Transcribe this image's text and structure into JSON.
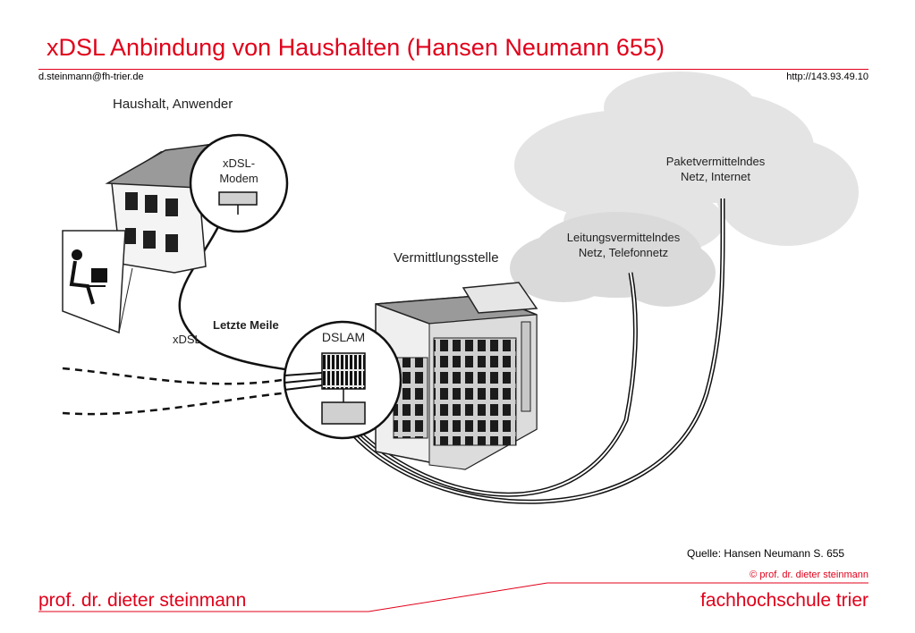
{
  "header": {
    "title": "xDSL Anbindung von Haushalten (Hansen Neumann 655)",
    "email": "d.steinmann@fh-trier.de",
    "url": "http://143.93.49.10"
  },
  "diagram": {
    "household_label": "Haushalt, Anwender",
    "modem_label_line1": "xDSL-",
    "modem_label_line2": "Modem",
    "exchange_label": "Vermittlungsstelle",
    "last_mile_label": "Letzte Meile",
    "xdsl_label": "xDSL",
    "dslam_label": "DSLAM",
    "packet_net_line1": "Paketvermittelndes",
    "packet_net_line2": "Netz, Internet",
    "circuit_net_line1": "Leitungsvermittelndes",
    "circuit_net_line2": "Netz, Telefonnetz"
  },
  "source": "Quelle: Hansen Neumann S. 655",
  "footer": {
    "copyright": "© prof. dr. dieter steinmann",
    "left": "prof. dr. dieter steinmann",
    "right": "fachhochschule trier"
  },
  "colors": {
    "accent": "#e0001a"
  }
}
